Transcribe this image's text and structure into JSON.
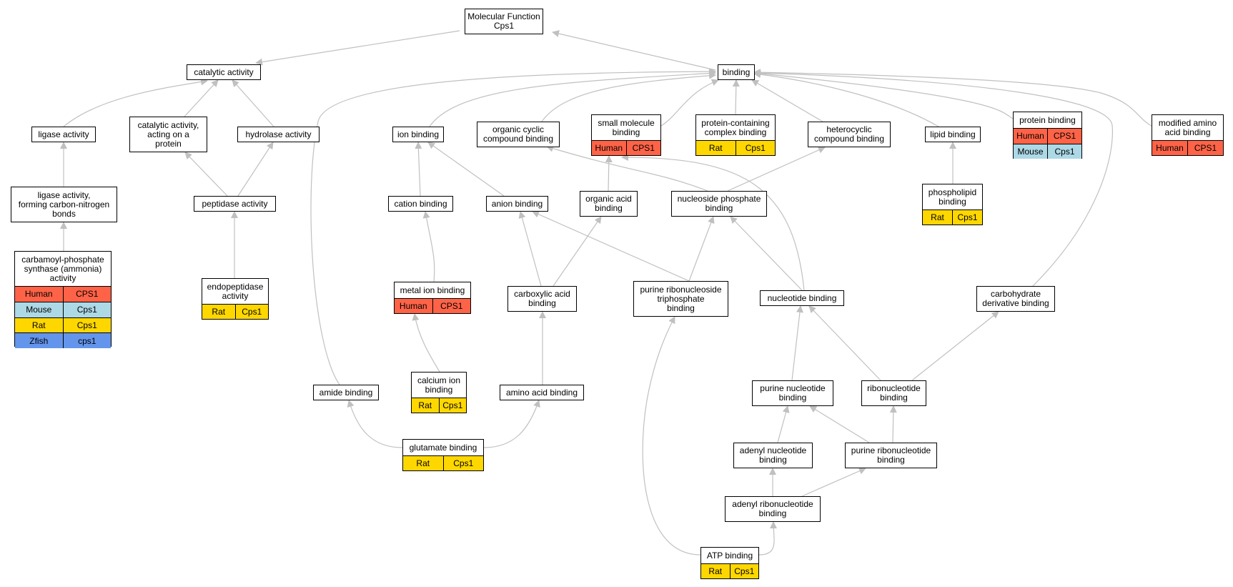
{
  "colors": {
    "Human": "#ff6347",
    "Mouse": "#add8e6",
    "Rat": "#ffd700",
    "Zfish": "#6495ed",
    "edge": "#c0c0c0"
  },
  "nodes": {
    "mf": {
      "label": "Molecular Function\nCps1"
    },
    "catalytic": {
      "label": "catalytic activity"
    },
    "binding": {
      "label": "binding"
    },
    "ligase": {
      "label": "ligase activity"
    },
    "cat_protein": {
      "label": "catalytic activity,\nacting on a\nprotein"
    },
    "hydrolase": {
      "label": "hydrolase activity"
    },
    "ligase_cn": {
      "label": "ligase activity,\nforming carbon-nitrogen\nbonds"
    },
    "peptidase": {
      "label": "peptidase activity"
    },
    "cps": {
      "label": "carbamoyl-phosphate\nsynthase (ammonia)\nactivity",
      "genes": [
        [
          "Human",
          "CPS1"
        ],
        [
          "Mouse",
          "Cps1"
        ],
        [
          "Rat",
          "Cps1"
        ],
        [
          "Zfish",
          "cps1"
        ]
      ]
    },
    "endopeptidase": {
      "label": "endopeptidase\nactivity",
      "genes": [
        [
          "Rat",
          "Cps1"
        ]
      ]
    },
    "ion": {
      "label": "ion binding"
    },
    "org_cyclic": {
      "label": "organic cyclic\ncompound binding"
    },
    "small_mol": {
      "label": "small molecule\nbinding",
      "genes": [
        [
          "Human",
          "CPS1"
        ]
      ]
    },
    "prot_complex": {
      "label": "protein-containing\ncomplex binding",
      "genes": [
        [
          "Rat",
          "Cps1"
        ]
      ]
    },
    "heterocyclic": {
      "label": "heterocyclic\ncompound binding"
    },
    "lipid": {
      "label": "lipid binding"
    },
    "protein": {
      "label": "protein binding",
      "genes": [
        [
          "Human",
          "CPS1"
        ],
        [
          "Mouse",
          "Cps1"
        ]
      ]
    },
    "mod_aa": {
      "label": "modified amino\nacid binding",
      "genes": [
        [
          "Human",
          "CPS1"
        ]
      ]
    },
    "cation": {
      "label": "cation binding"
    },
    "anion": {
      "label": "anion binding"
    },
    "org_acid": {
      "label": "organic acid\nbinding"
    },
    "nuc_phos": {
      "label": "nucleoside phosphate\nbinding"
    },
    "phospholipid": {
      "label": "phospholipid\nbinding",
      "genes": [
        [
          "Rat",
          "Cps1"
        ]
      ]
    },
    "metal_ion": {
      "label": "metal ion binding",
      "genes": [
        [
          "Human",
          "CPS1"
        ]
      ]
    },
    "carboxylic": {
      "label": "carboxylic acid\nbinding"
    },
    "purine_rnstp": {
      "label": "purine ribonucleoside\ntriphosphate\nbinding"
    },
    "nucleotide": {
      "label": "nucleotide binding"
    },
    "carbohydrate": {
      "label": "carbohydrate\nderivative binding"
    },
    "calcium": {
      "label": "calcium ion\nbinding",
      "genes": [
        [
          "Rat",
          "Cps1"
        ]
      ]
    },
    "amide": {
      "label": "amide binding"
    },
    "amino_acid": {
      "label": "amino acid binding"
    },
    "purine_nuc": {
      "label": "purine nucleotide\nbinding"
    },
    "ribonucleotide": {
      "label": "ribonucleotide\nbinding"
    },
    "glutamate": {
      "label": "glutamate binding",
      "genes": [
        [
          "Rat",
          "Cps1"
        ]
      ]
    },
    "adenyl_nuc": {
      "label": "adenyl nucleotide\nbinding"
    },
    "purine_ribonuc": {
      "label": "purine ribonucleotide\nbinding"
    },
    "adenyl_ribonuc": {
      "label": "adenyl ribonucleotide\nbinding"
    },
    "atp": {
      "label": "ATP binding",
      "genes": [
        [
          "Rat",
          "Cps1"
        ]
      ]
    }
  }
}
